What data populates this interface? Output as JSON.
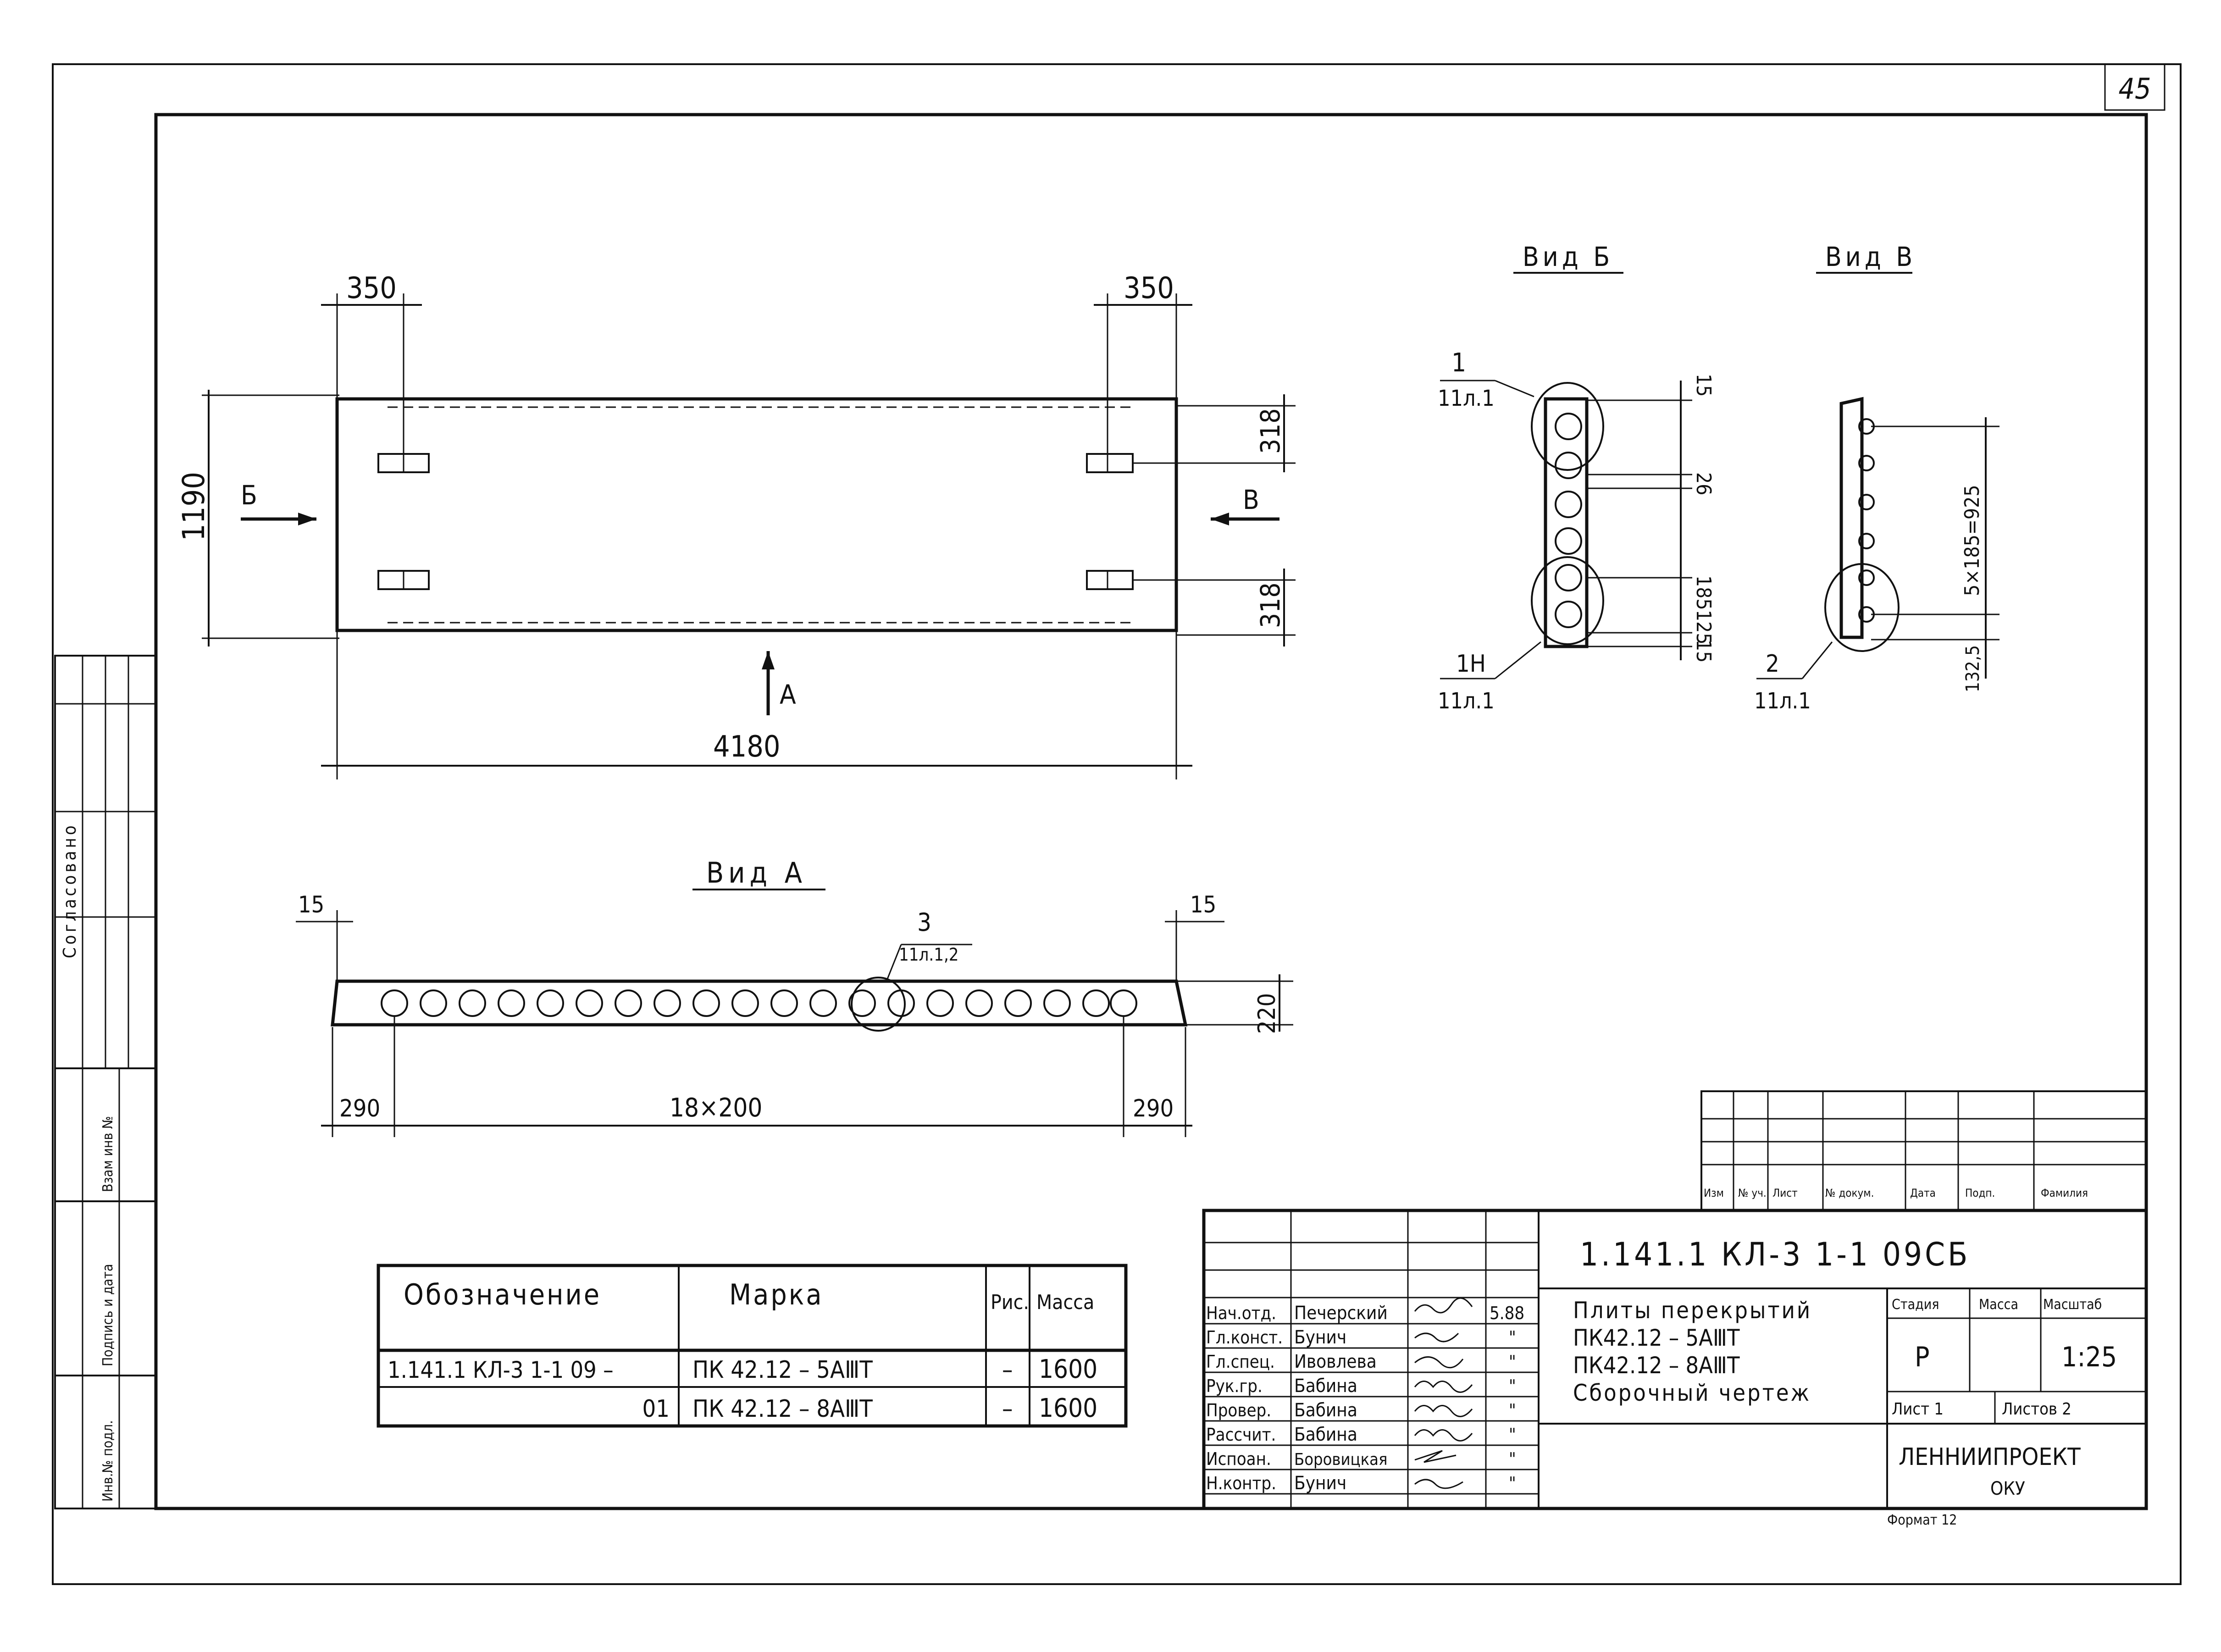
{
  "sheet": {
    "page_number": "45",
    "format_label": "Формат 12",
    "colors": {
      "ink": "#111111",
      "paper": "#ffffff"
    }
  },
  "side_stamp": {
    "agreed": "Согласовано",
    "swap_inv_no": "Взам инв №",
    "signature_date": "Подпись и дата",
    "inv_no_orig": "Инв.№ подл."
  },
  "plan_view": {
    "width_total": "4180",
    "height_total": "1190",
    "offset_left": "350",
    "offset_right": "350",
    "top_dim": "318",
    "bottom_dim": "318",
    "label_b": "Б",
    "label_v": "В",
    "label_a": "А"
  },
  "view_a": {
    "title": "Вид А",
    "dim_left_edge": "15",
    "dim_right_edge": "15",
    "thickness": "220",
    "end_left": "290",
    "end_right": "290",
    "spacing": "18×200",
    "callout_number": "3",
    "callout_sheet": "11л.1,2"
  },
  "view_b": {
    "title": "Вид Б",
    "callout_top_number": "1",
    "callout_top_sheet": "11л.1",
    "callout_bottom_number": "1Н",
    "callout_bottom_sheet": "11л.1",
    "dim_15_top": "15",
    "dim_26": "26",
    "dim_185": "185",
    "dim_125": "125",
    "dim_15_bottom": "15"
  },
  "view_v": {
    "title": "Вид В",
    "callout_number": "2",
    "callout_sheet": "11л.1",
    "dim_spacing": "5×185=925",
    "dim_end": "132,5"
  },
  "spec_table": {
    "headers": {
      "designation": "Обозначение",
      "mark": "Марка",
      "fig": "Рис.",
      "mass": "Масса"
    },
    "rows": [
      {
        "designation": "1.141.1 КЛ-3  1-1  09 –",
        "mark": "ПК 42.12 – 5АⅢТ",
        "fig": "–",
        "mass": "1600"
      },
      {
        "designation": "01",
        "mark": "ПК 42.12 – 8АⅢТ",
        "fig": "–",
        "mass": "1600"
      }
    ]
  },
  "title_block": {
    "doc_code": "1.141.1 КЛ-3  1-1   09СБ",
    "rev_headers": [
      "Изм",
      "№ уч.",
      "Лист",
      "№ докум.",
      "Дата",
      "Подп.",
      "Фамилия"
    ],
    "roles": [
      {
        "role": "Нач.отд.",
        "name": "Печерский",
        "date": "5.88"
      },
      {
        "role": "Гл.конст.",
        "name": "Бунич",
        "date": "\""
      },
      {
        "role": "Гл.спец.",
        "name": "Ивовлева",
        "date": "\""
      },
      {
        "role": "Рук.гр.",
        "name": "Бабина",
        "date": "\""
      },
      {
        "role": "Провер.",
        "name": "Бабина",
        "date": "\""
      },
      {
        "role": "Рассчит.",
        "name": "Бабина",
        "date": "\""
      },
      {
        "role": "Испоан.",
        "name": "Боровицкая",
        "date": "\""
      },
      {
        "role": "Н.контр.",
        "name": "Бунич",
        "date": "\""
      }
    ],
    "title_lines": [
      "Плиты перекрытий",
      "ПК42.12 – 5АⅢТ",
      "ПК42.12 – 8АⅢТ",
      "Сборочный чертеж"
    ],
    "stage_label": "Стадия",
    "mass_label": "Масса",
    "scale_label": "Масштаб",
    "stage_value": "Р",
    "scale_value": "1:25",
    "sheet_label": "Лист 1",
    "sheets_label": "Листов 2",
    "org": "ЛЕННИИПРОЕКТ",
    "org_dept": "ОКУ"
  }
}
